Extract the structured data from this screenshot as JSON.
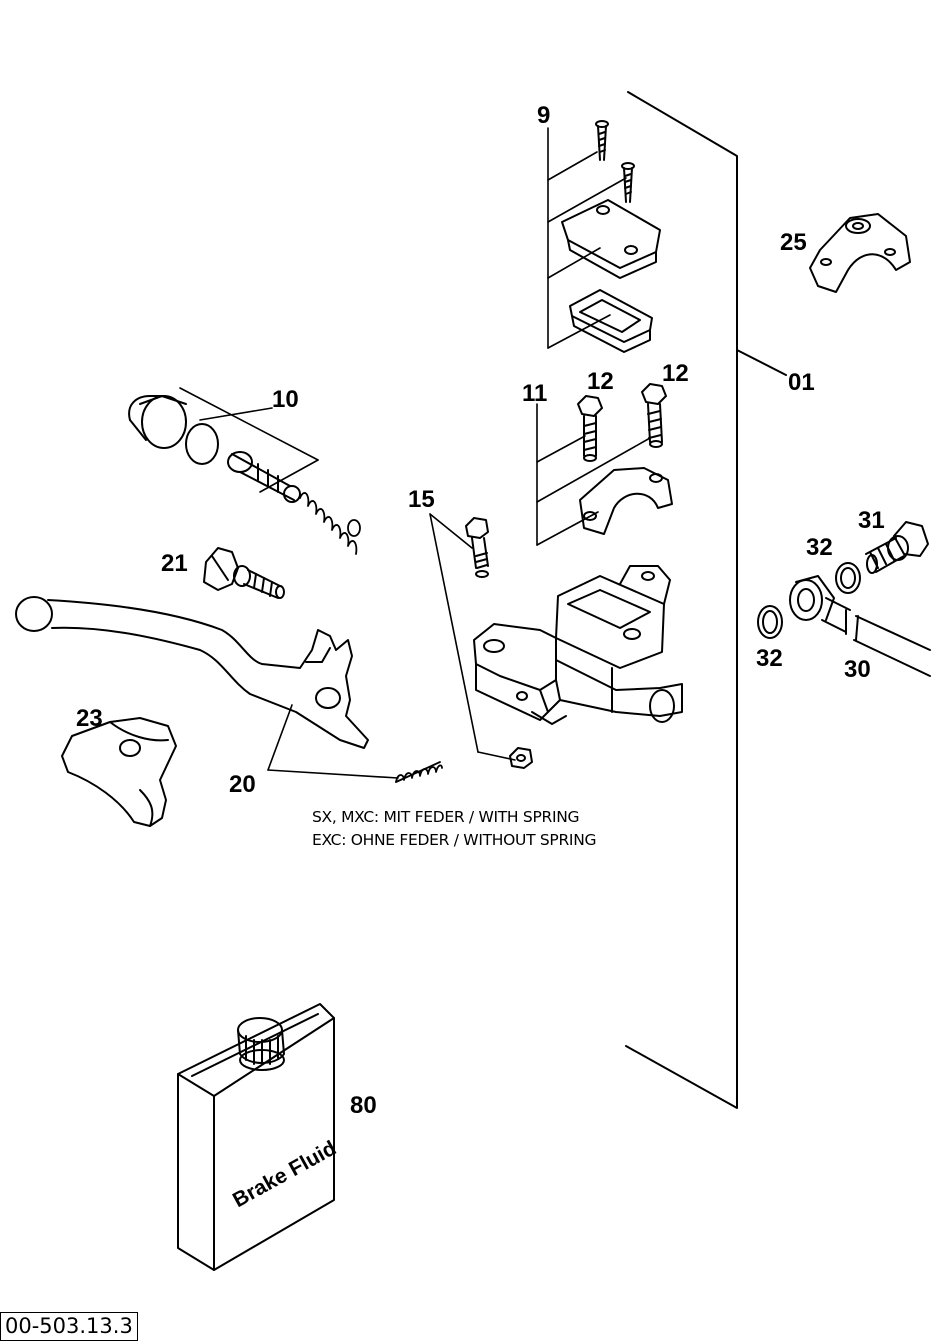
{
  "labels": {
    "p01": "01",
    "p9": "9",
    "p25": "25",
    "p10": "10",
    "p11": "11",
    "p12a": "12",
    "p12b": "12",
    "p15": "15",
    "p21": "21",
    "p31": "31",
    "p32a": "32",
    "p32b": "32",
    "p30": "30",
    "p23": "23",
    "p20": "20",
    "p80": "80"
  },
  "notes": {
    "line1": "SX, MXC: MIT FEDER / WITH SPRING",
    "line2": "EXC: OHNE FEDER / WITHOUT SPRING"
  },
  "container_text": "Brake Fluid",
  "drawing_number": "00-503.13.3"
}
